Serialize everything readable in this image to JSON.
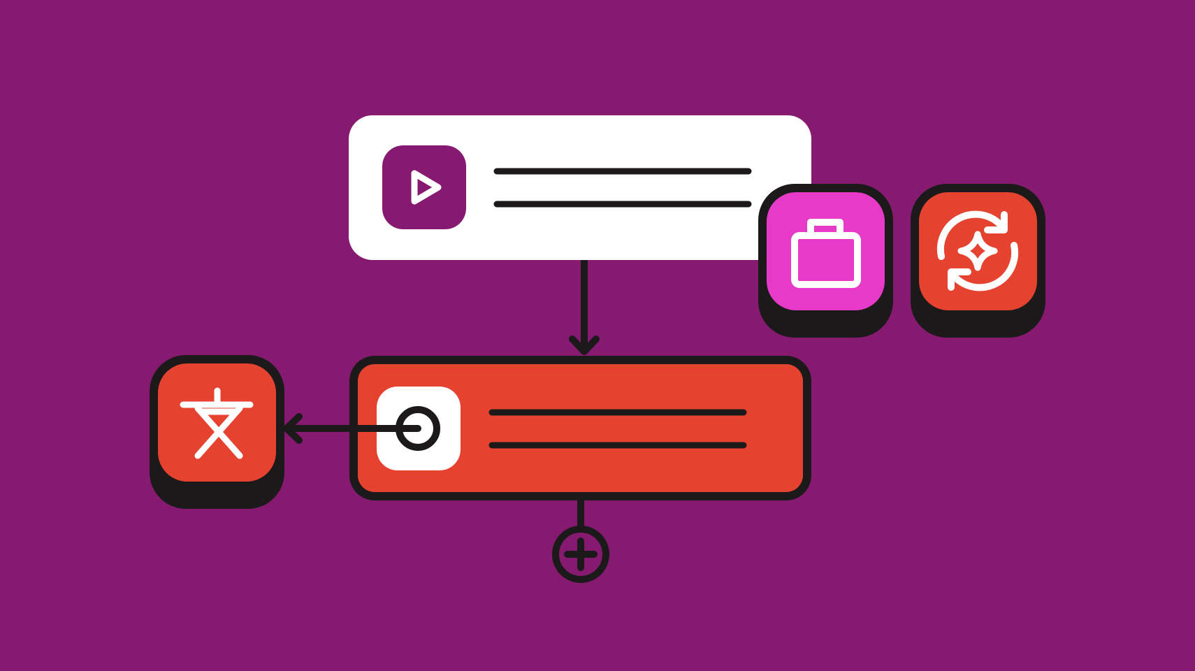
{
  "canvas": {
    "background": "#861A70",
    "ink": "#1B1919",
    "white": "#FFFFFF"
  },
  "colors": {
    "trigger_card": "#FFFFFF",
    "trigger_icon_tile": "#861A70",
    "action_card": "#E5432F",
    "action_icon_tile": "#FFFFFF",
    "briefcase_tile": "#E83AC9",
    "refresh_tile": "#E5432F",
    "translate_tile": "#E5432F"
  },
  "nodes": {
    "trigger": {
      "icon": "play-icon",
      "text_lines": 2
    },
    "action": {
      "icon": "record-icon",
      "text_lines": 2
    }
  },
  "floating_tiles": [
    {
      "name": "briefcase-tile",
      "icon": "briefcase-icon"
    },
    {
      "name": "refresh-sparkle-tile",
      "icon": "refresh-sparkle-icon"
    },
    {
      "name": "translate-tile",
      "icon": "translate-icon"
    }
  ],
  "add_step": {
    "icon": "plus-circle-icon"
  }
}
